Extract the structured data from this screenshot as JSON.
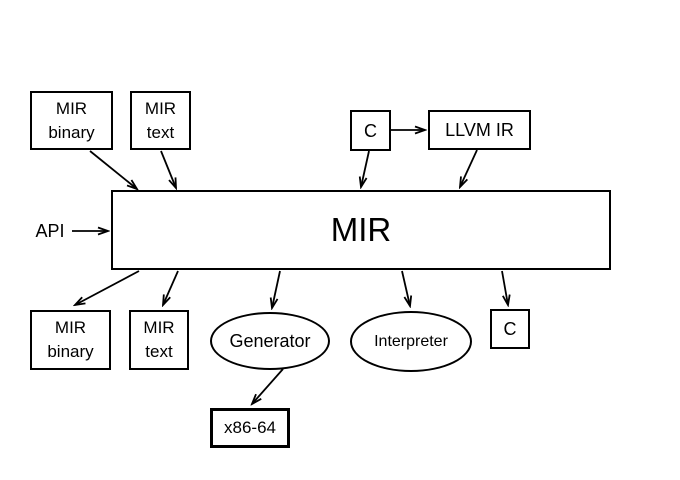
{
  "colors": {
    "line": "#000000",
    "background": "#ffffff"
  },
  "nodes": {
    "top_mir_binary": {
      "line1": "MIR",
      "line2": "binary"
    },
    "top_mir_text": {
      "line1": "MIR",
      "line2": "text"
    },
    "top_c": {
      "label": "C"
    },
    "llvm_ir": {
      "label": "LLVM IR"
    },
    "api": {
      "label": "API"
    },
    "mir_main": {
      "label": "MIR"
    },
    "bottom_mir_binary": {
      "line1": "MIR",
      "line2": "binary"
    },
    "bottom_mir_text": {
      "line1": "MIR",
      "line2": "text"
    },
    "generator": {
      "label": "Generator"
    },
    "interpreter": {
      "label": "Interpreter"
    },
    "bottom_c": {
      "label": "C"
    },
    "x86_64": {
      "label": "x86-64"
    }
  },
  "edges": [
    {
      "from": "top_mir_binary",
      "to": "mir_main"
    },
    {
      "from": "top_mir_text",
      "to": "mir_main"
    },
    {
      "from": "top_c",
      "to": "llvm_ir"
    },
    {
      "from": "top_c",
      "to": "mir_main"
    },
    {
      "from": "llvm_ir",
      "to": "mir_main"
    },
    {
      "from": "api",
      "to": "mir_main"
    },
    {
      "from": "mir_main",
      "to": "bottom_mir_binary"
    },
    {
      "from": "mir_main",
      "to": "bottom_mir_text"
    },
    {
      "from": "mir_main",
      "to": "generator"
    },
    {
      "from": "mir_main",
      "to": "interpreter"
    },
    {
      "from": "mir_main",
      "to": "bottom_c"
    },
    {
      "from": "generator",
      "to": "x86_64"
    }
  ]
}
